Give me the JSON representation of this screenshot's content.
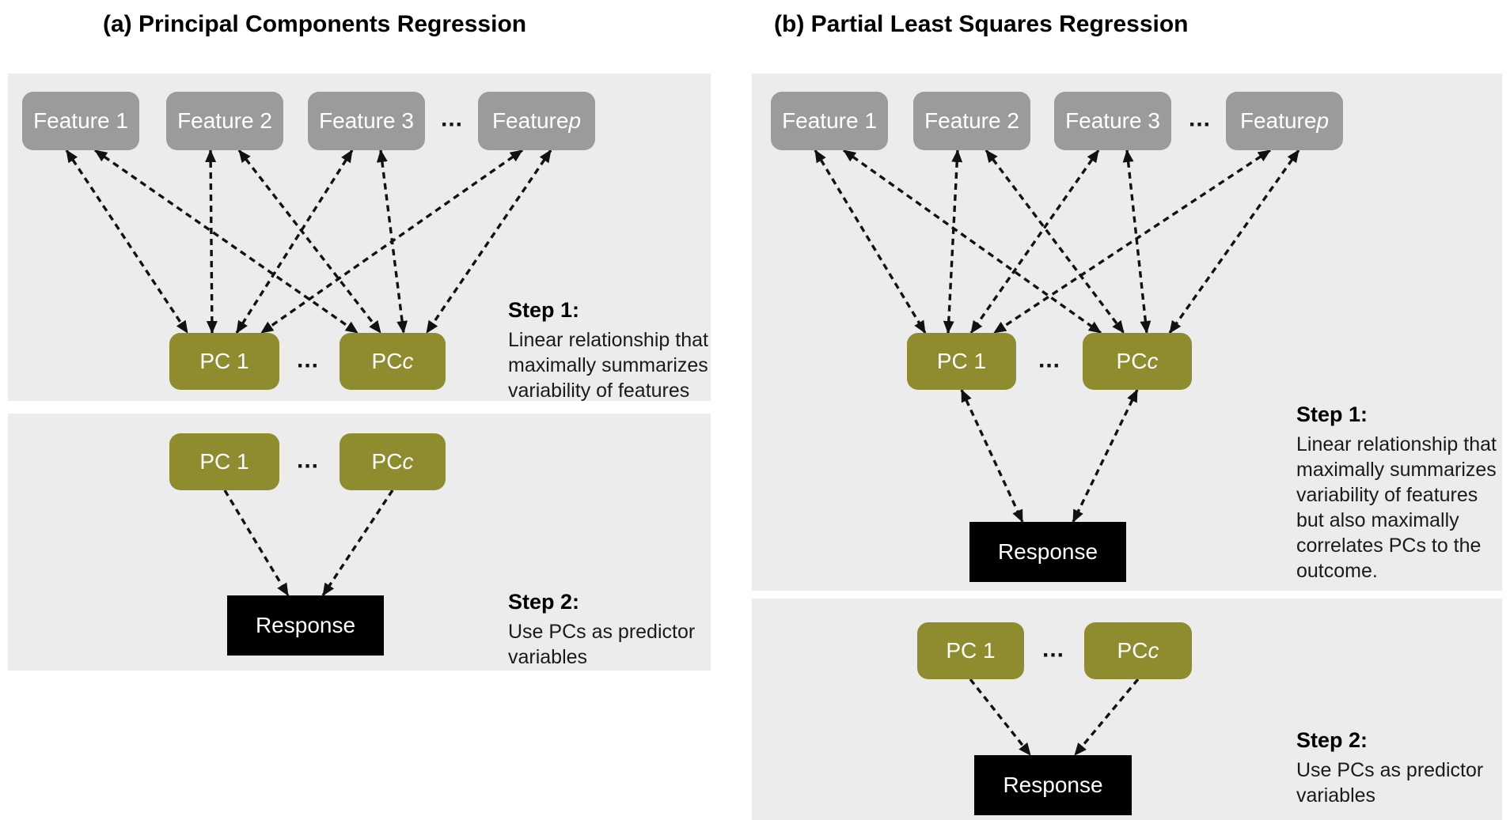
{
  "colors": {
    "panel_background": "#ececec",
    "feature_box": "#9b9b9b",
    "pc_box": "#8f8c30",
    "response_box": "#000000",
    "box_text": "#ffffff",
    "arrow": "#111111"
  },
  "panels": {
    "a": {
      "title": "(a) Principal Components Regression",
      "features": [
        "Feature 1",
        "Feature 2",
        "Feature 3"
      ],
      "feature_p": [
        {
          "t": "Feature ",
          "i": false
        },
        {
          "t": "p",
          "i": true
        }
      ],
      "dots": "...",
      "pc1": "PC 1",
      "pc_c": [
        {
          "t": "PC ",
          "i": false
        },
        {
          "t": "c",
          "i": true
        }
      ],
      "response": "Response",
      "step1": {
        "heading": "Step 1:",
        "lines": [
          "Linear relationship that",
          "maximally summarizes",
          "variability of features"
        ]
      },
      "step2": {
        "heading": "Step 2:",
        "lines": [
          "Use PCs as predictor",
          "variables"
        ]
      }
    },
    "b": {
      "title": "(b) Partial Least Squares Regression",
      "features": [
        "Feature 1",
        "Feature 2",
        "Feature 3"
      ],
      "feature_p": [
        {
          "t": "Feature ",
          "i": false
        },
        {
          "t": "p",
          "i": true
        }
      ],
      "dots": "...",
      "pc1": "PC 1",
      "pc_c": [
        {
          "t": "PC ",
          "i": false
        },
        {
          "t": "c",
          "i": true
        }
      ],
      "response": "Response",
      "step1": {
        "heading": "Step 1:",
        "lines": [
          "Linear relationship that",
          "maximally summarizes",
          "variability of features",
          "but also maximally",
          "correlates PCs to the",
          "outcome."
        ]
      },
      "step2": {
        "heading": "Step 2:",
        "lines": [
          "Use PCs as predictor",
          "variables"
        ]
      }
    }
  },
  "connections": [
    {
      "id": "a-f1-pc1",
      "from": "a-feature-1",
      "to": "a-pc-1",
      "direction": "both"
    },
    {
      "id": "a-f1-pcc",
      "from": "a-feature-1",
      "to": "a-pc-c",
      "direction": "both"
    },
    {
      "id": "a-f2-pc1",
      "from": "a-feature-2",
      "to": "a-pc-1",
      "direction": "both"
    },
    {
      "id": "a-f2-pcc",
      "from": "a-feature-2",
      "to": "a-pc-c",
      "direction": "both"
    },
    {
      "id": "a-f3-pc1",
      "from": "a-feature-3",
      "to": "a-pc-1",
      "direction": "both"
    },
    {
      "id": "a-f3-pcc",
      "from": "a-feature-3",
      "to": "a-pc-c",
      "direction": "both"
    },
    {
      "id": "a-fp-pc1",
      "from": "a-feature-p",
      "to": "a-pc-1",
      "direction": "both"
    },
    {
      "id": "a-fp-pcc",
      "from": "a-feature-p",
      "to": "a-pc-c",
      "direction": "both"
    },
    {
      "id": "a-pc1-resp",
      "from": "a-step2-pc-1",
      "to": "a-response",
      "direction": "forward"
    },
    {
      "id": "a-pcc-resp",
      "from": "a-step2-pc-c",
      "to": "a-response",
      "direction": "forward"
    },
    {
      "id": "b-f1-pc1",
      "from": "b-feature-1",
      "to": "b-pc-1",
      "direction": "both"
    },
    {
      "id": "b-f1-pcc",
      "from": "b-feature-1",
      "to": "b-pc-c",
      "direction": "both"
    },
    {
      "id": "b-f2-pc1",
      "from": "b-feature-2",
      "to": "b-pc-1",
      "direction": "both"
    },
    {
      "id": "b-f2-pcc",
      "from": "b-feature-2",
      "to": "b-pc-c",
      "direction": "both"
    },
    {
      "id": "b-f3-pc1",
      "from": "b-feature-3",
      "to": "b-pc-1",
      "direction": "both"
    },
    {
      "id": "b-f3-pcc",
      "from": "b-feature-3",
      "to": "b-pc-c",
      "direction": "both"
    },
    {
      "id": "b-fp-pc1",
      "from": "b-feature-p",
      "to": "b-pc-1",
      "direction": "both"
    },
    {
      "id": "b-fp-pcc",
      "from": "b-feature-p",
      "to": "b-pc-c",
      "direction": "both"
    },
    {
      "id": "b-pc1-resp1",
      "from": "b-pc-1",
      "to": "b-response-1",
      "direction": "both"
    },
    {
      "id": "b-pcc-resp1",
      "from": "b-pc-c",
      "to": "b-response-1",
      "direction": "both"
    },
    {
      "id": "b-pc1s2-resp2",
      "from": "b-step2-pc-1",
      "to": "b-response-2",
      "direction": "forward"
    },
    {
      "id": "b-pccs2-resp2",
      "from": "b-step2-pc-c",
      "to": "b-response-2",
      "direction": "forward"
    }
  ]
}
